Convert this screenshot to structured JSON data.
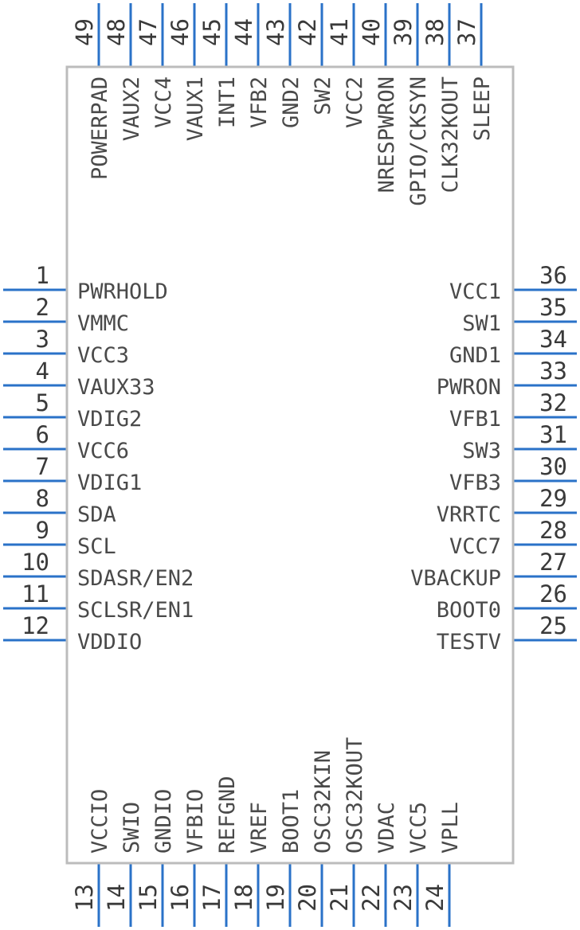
{
  "component": {
    "left_pins": [
      {
        "number": "1",
        "name": "PWRHOLD"
      },
      {
        "number": "2",
        "name": "VMMC"
      },
      {
        "number": "3",
        "name": "VCC3"
      },
      {
        "number": "4",
        "name": "VAUX33"
      },
      {
        "number": "5",
        "name": "VDIG2"
      },
      {
        "number": "6",
        "name": "VCC6"
      },
      {
        "number": "7",
        "name": "VDIG1"
      },
      {
        "number": "8",
        "name": "SDA"
      },
      {
        "number": "9",
        "name": "SCL"
      },
      {
        "number": "10",
        "name": "SDASR/EN2"
      },
      {
        "number": "11",
        "name": "SCLSR/EN1"
      },
      {
        "number": "12",
        "name": "VDDIO"
      }
    ],
    "bottom_pins": [
      {
        "number": "13",
        "name": "VCCIO"
      },
      {
        "number": "14",
        "name": "SWIO"
      },
      {
        "number": "15",
        "name": "GNDIO"
      },
      {
        "number": "16",
        "name": "VFBIO"
      },
      {
        "number": "17",
        "name": "REFGND"
      },
      {
        "number": "18",
        "name": "VREF"
      },
      {
        "number": "19",
        "name": "BOOT1"
      },
      {
        "number": "20",
        "name": "OSC32KIN"
      },
      {
        "number": "21",
        "name": "OSC32KOUT"
      },
      {
        "number": "22",
        "name": "VDAC"
      },
      {
        "number": "23",
        "name": "VCC5"
      },
      {
        "number": "24",
        "name": "VPLL"
      }
    ],
    "right_pins": [
      {
        "number": "36",
        "name": "VCC1"
      },
      {
        "number": "35",
        "name": "SW1"
      },
      {
        "number": "34",
        "name": "GND1"
      },
      {
        "number": "33",
        "name": "PWRON"
      },
      {
        "number": "32",
        "name": "VFB1"
      },
      {
        "number": "31",
        "name": "SW3"
      },
      {
        "number": "30",
        "name": "VFB3"
      },
      {
        "number": "29",
        "name": "VRRTC"
      },
      {
        "number": "28",
        "name": "VCC7"
      },
      {
        "number": "27",
        "name": "VBACKUP"
      },
      {
        "number": "26",
        "name": "BOOT0"
      },
      {
        "number": "25",
        "name": "TESTV"
      }
    ],
    "top_pins": [
      {
        "number": "49",
        "name": "POWERPAD"
      },
      {
        "number": "48",
        "name": "VAUX2"
      },
      {
        "number": "47",
        "name": "VCC4"
      },
      {
        "number": "46",
        "name": "VAUX1"
      },
      {
        "number": "45",
        "name": "INT1"
      },
      {
        "number": "44",
        "name": "VFB2"
      },
      {
        "number": "43",
        "name": "GND2"
      },
      {
        "number": "42",
        "name": "SW2"
      },
      {
        "number": "41",
        "name": "VCC2"
      },
      {
        "number": "40",
        "name": "NRESPWRON"
      },
      {
        "number": "39",
        "name": "GPIO/CKSYN"
      },
      {
        "number": "38",
        "name": "CLK32KOUT"
      },
      {
        "number": "37",
        "name": "SLEEP"
      }
    ]
  },
  "colors": {
    "pin": "#2a72c8",
    "body_outline": "#bcbcbc",
    "text": "#4a4a4a"
  }
}
